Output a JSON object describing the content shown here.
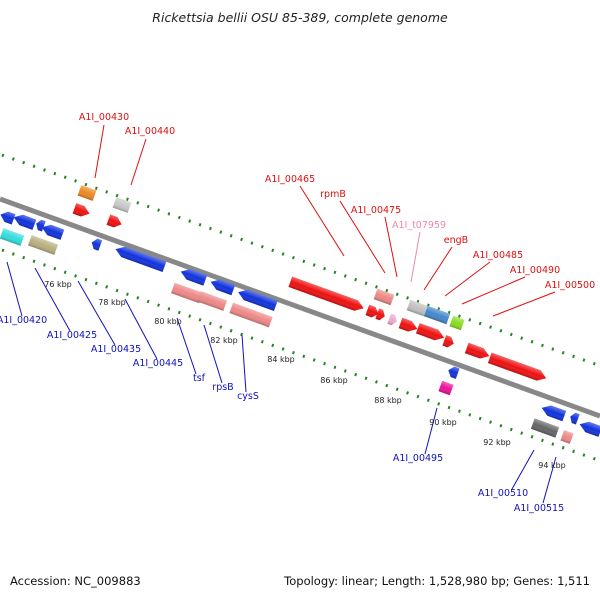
{
  "title": "Rickettsia bellii OSU 85-389, complete genome",
  "footer": {
    "accession": "Accession: NC_009883",
    "topology": "Topology: linear; Length: 1,528,980 bp; Genes: 1,511"
  },
  "colors": {
    "forward_label": "#dd1111",
    "reverse_label": "#1111bb",
    "trna_label": "#ee88aa",
    "backbone": "#888888",
    "ruler": "#228822"
  },
  "kbp_ticks": [
    "76 kbp",
    "78 kbp",
    "80 kbp",
    "82 kbp",
    "84 kbp",
    "86 kbp",
    "88 kbp",
    "90 kbp",
    "92 kbp",
    "94 kbp"
  ],
  "forward_labels": [
    "A1I_00430",
    "A1I_00440",
    "A1I_00465",
    "rpmB",
    "A1I_00475",
    "engB",
    "A1I_00485",
    "A1I_00490",
    "A1I_00500"
  ],
  "trna_labels": [
    "A1I_t07959"
  ],
  "reverse_labels": [
    "A1I_00420",
    "A1I_00425",
    "A1I_00435",
    "A1I_00445",
    "tsf",
    "rpsB",
    "cysS",
    "A1I_00495",
    "A1I_00510",
    "A1I_00515"
  ]
}
